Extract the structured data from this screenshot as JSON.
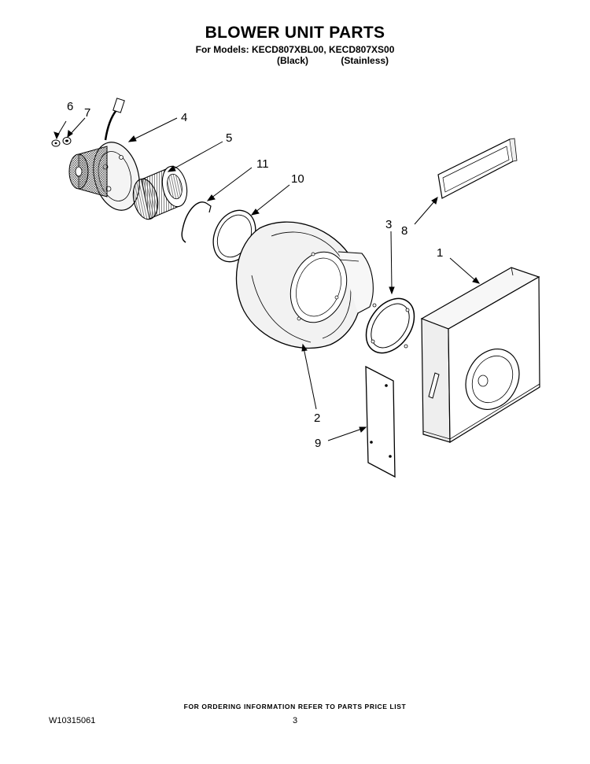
{
  "header": {
    "title": "BLOWER UNIT PARTS",
    "models_line": "For Models: KECD807XBL00, KECD807XS00",
    "variant_black": "(Black)",
    "variant_stainless": "(Stainless)"
  },
  "callouts": [
    "1",
    "2",
    "3",
    "4",
    "5",
    "6",
    "7",
    "8",
    "9",
    "10",
    "11"
  ],
  "footer": {
    "ordering_note": "FOR ORDERING INFORMATION REFER TO PARTS PRICE LIST",
    "doc_number": "W10315061",
    "page_number": "3"
  }
}
